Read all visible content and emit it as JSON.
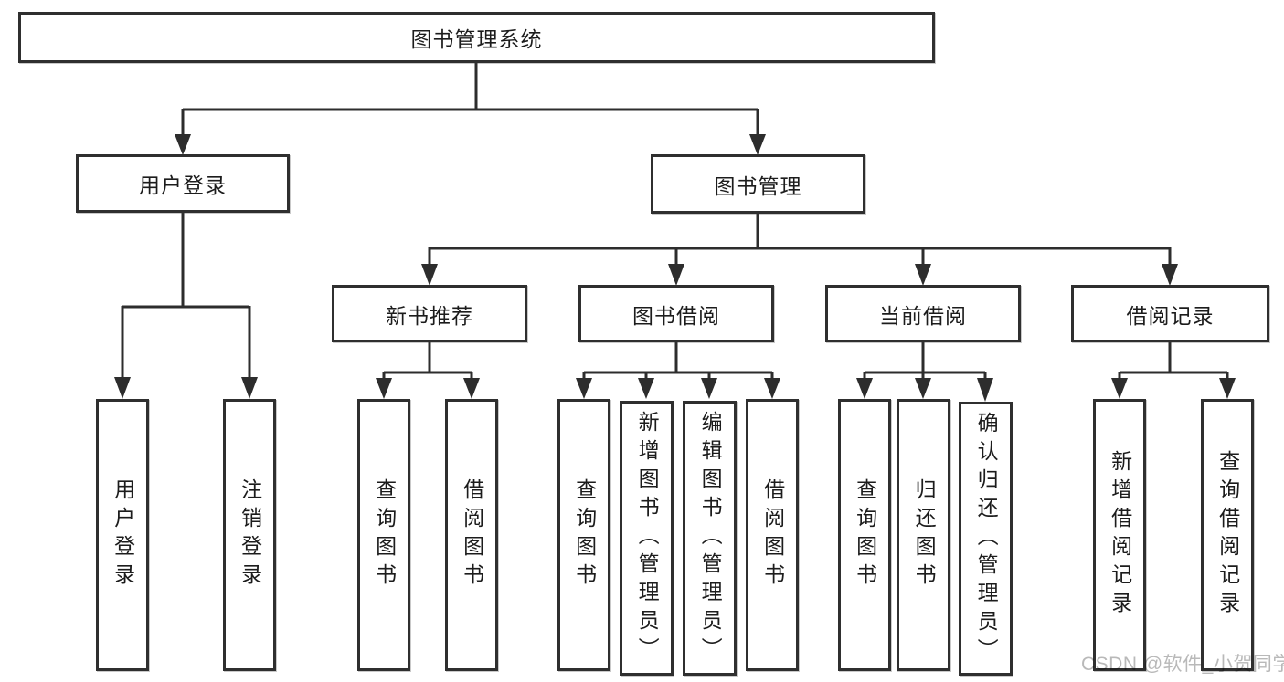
{
  "tree": {
    "root": {
      "label": "图书管理系统"
    },
    "level2": [
      {
        "label": "用户登录"
      },
      {
        "label": "图书管理"
      }
    ],
    "level3": [
      {
        "label": "新书推荐"
      },
      {
        "label": "图书借阅"
      },
      {
        "label": "当前借阅"
      },
      {
        "label": "借阅记录"
      }
    ],
    "leaves": {
      "user_login": [
        {
          "label": "用户登录"
        },
        {
          "label": "注销登录"
        }
      ],
      "new_book_recommend": [
        {
          "label": "查询图书"
        },
        {
          "label": "借阅图书"
        }
      ],
      "book_borrowing": [
        {
          "label": "查询图书"
        },
        {
          "label": "新增图书（管理员）"
        },
        {
          "label": "编辑图书（管理员）"
        },
        {
          "label": "借阅图书"
        }
      ],
      "current_borrowing": [
        {
          "label": "查询图书"
        },
        {
          "label": "归还图书"
        },
        {
          "label": "确认归还（管理员）"
        }
      ],
      "borrowing_records": [
        {
          "label": "新增借阅记录"
        },
        {
          "label": "查询借阅记录"
        }
      ]
    }
  },
  "watermark": {
    "text": "CSDN @软件_小贺同学"
  },
  "colors": {
    "line": "#2d2d2d",
    "box_border": "#2f2f2f",
    "text": "#1c1c1c",
    "watermark": "#b9b9b9",
    "background": "#ffffff"
  }
}
